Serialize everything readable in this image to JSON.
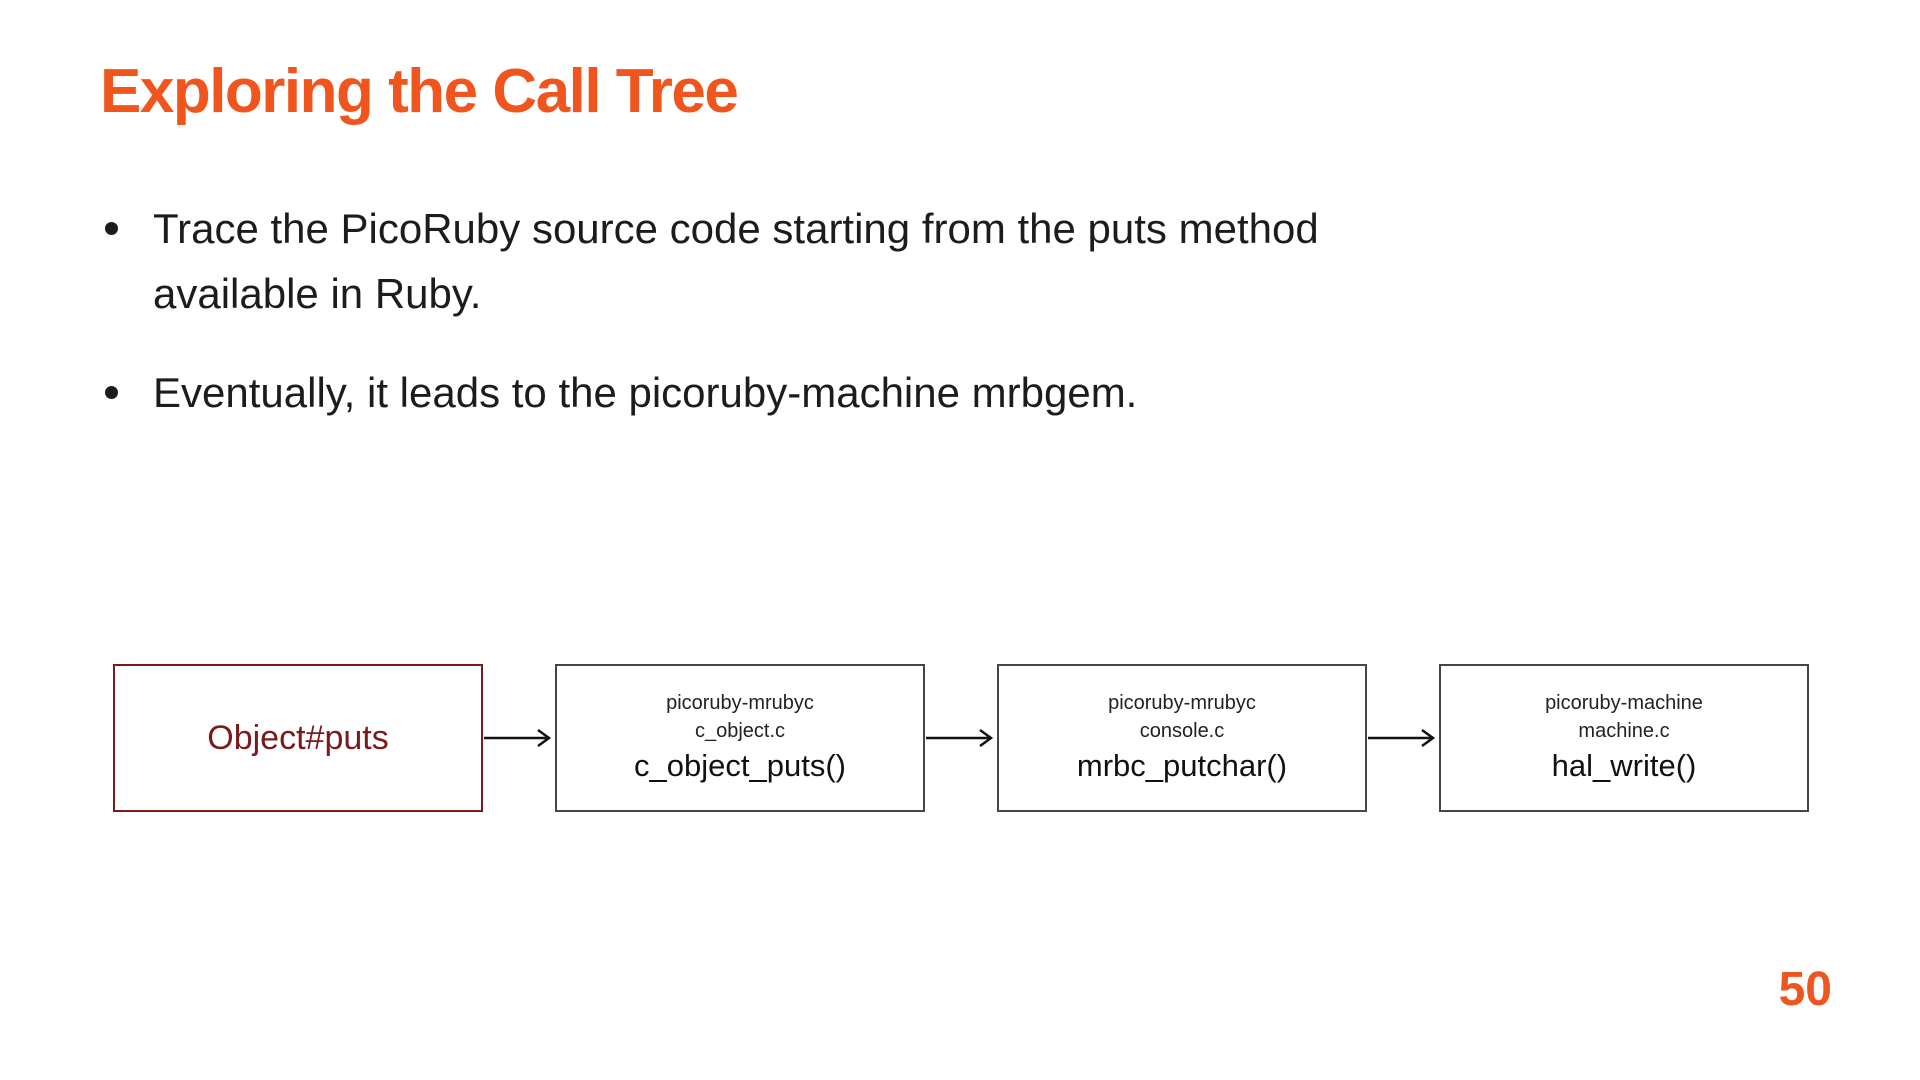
{
  "slide": {
    "title": "Exploring the Call Tree",
    "bullets": [
      "Trace the PicoRuby source code starting from the puts method available in Ruby.",
      "Eventually, it leads to the picoruby-machine mrbgem."
    ],
    "page_number": "50"
  },
  "diagram": {
    "start_node": {
      "label": "Object#puts"
    },
    "nodes": [
      {
        "gem": "picoruby-mrubyc",
        "file": "c_object.c",
        "function": "c_object_puts()"
      },
      {
        "gem": "picoruby-mrubyc",
        "file": "console.c",
        "function": "mrbc_putchar()"
      },
      {
        "gem": "picoruby-machine",
        "file": "machine.c",
        "function": "hal_write()"
      }
    ]
  },
  "colors": {
    "accent_orange": "#F0551E",
    "dark_red": "#7A1A1A",
    "box_border": "#464646",
    "body_text": "#1C1C1C"
  }
}
